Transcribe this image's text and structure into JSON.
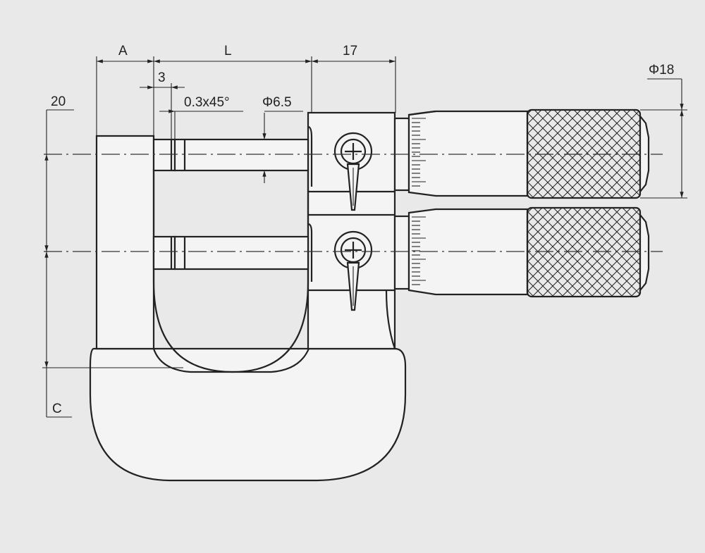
{
  "colors": {
    "background": "#e9e9e9",
    "line": "#222222",
    "part_fill": "#f4f4f4"
  },
  "dimensions": {
    "a": "A",
    "l": "L",
    "seventeen": "17",
    "three": "3",
    "chamfer": "0.3x45°",
    "phi_spindle": "Φ6.5",
    "phi_thimble": "Φ18",
    "twenty": "20",
    "c": "C"
  },
  "icons": {
    "lock_lever": "lock-lever-icon",
    "knurled_grip": "knurled-grip-icon"
  }
}
